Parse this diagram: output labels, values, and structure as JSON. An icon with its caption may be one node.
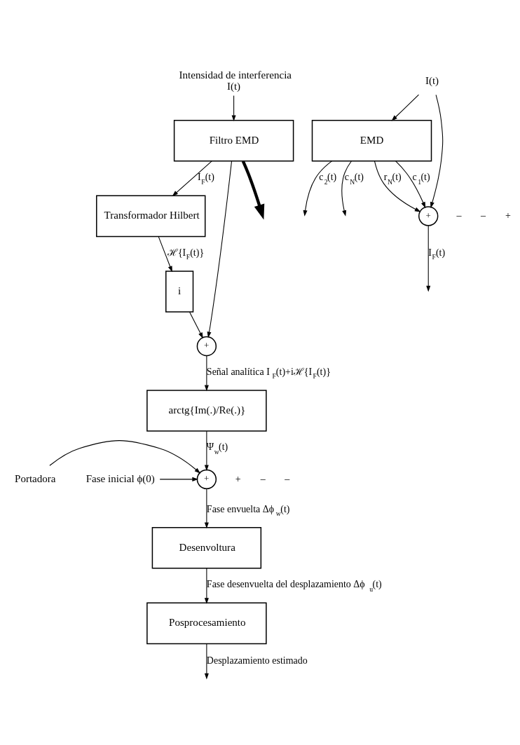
{
  "diagram": {
    "nodes": [
      {
        "text": [
          "Intensidad de interferencia",
          "I(t)"
        ]
      },
      {
        "text": [
          "Filtro EMD"
        ]
      },
      {
        "text": [
          "Transformador Hilbert"
        ]
      },
      {
        "text": [
          "i"
        ]
      },
      {
        "text": [
          "+"
        ]
      },
      {
        "text": [
          "arctg{Im(.)/Re(.)}"
        ]
      },
      {
        "text": [
          "+"
        ]
      },
      {
        "text": [
          "Portadora"
        ]
      },
      {
        "text": [
          "Fase inicial ϕ(0)"
        ]
      },
      {
        "text": [
          "Desenvoltura"
        ]
      },
      {
        "text": [
          "Posprocesamiento"
        ]
      },
      {
        "text": [
          "I(t)"
        ]
      },
      {
        "text": [
          "EMD"
        ]
      },
      {
        "text": [
          "+"
        ]
      }
    ],
    "edges": [
      {
        "from": 0,
        "to": 1,
        "arrow": "to"
      },
      {
        "from": 1,
        "to": 2,
        "arrow": "to",
        "label": "I$_{F}$(t)"
      },
      {
        "from": 1,
        "to": 4,
        "arrow": "to"
      },
      {
        "from": 2,
        "to": 3,
        "arrow": "to",
        "label": "ℋ{I$_{F}$(t)}"
      },
      {
        "from": 3,
        "to": 4,
        "arrow": "to"
      },
      {
        "from": 4,
        "to": 5,
        "arrow": "to",
        "label": "Señal analítica I$_{F}$(t)+iℋ{I$_{F}$(t)}"
      },
      {
        "from": 5,
        "to": 6,
        "arrow": "to",
        "label": "Ψ$_{w}$(t)"
      },
      {
        "from": 7,
        "to": 6,
        "arrow": "to"
      },
      {
        "from": 8,
        "to": 6,
        "arrow": "to"
      },
      {
        "from": 6,
        "to": 9,
        "arrow": "to",
        "label": "Fase envuelta Δϕ$_{w}$(t)"
      },
      {
        "from": 9,
        "to": 10,
        "arrow": "to",
        "label": "Fase desenvuelta del desplazamiento Δϕ$_{u}$(t)"
      },
      {
        "from": 10,
        "to": null,
        "arrow": "to",
        "label": "Desplazamiento estimado"
      },
      {
        "from": 1,
        "to": null,
        "arrow": "to",
        "style": "thick"
      },
      {
        "from": 11,
        "to": 12,
        "arrow": "to"
      },
      {
        "from": 11,
        "to": 13,
        "arrow": "to"
      },
      {
        "from": 12,
        "to": 13,
        "arrow": "to",
        "label": "c$_{1}$(t)"
      },
      {
        "from": 12,
        "to": null,
        "arrow": "to",
        "label": "c$_{2}$(t)"
      },
      {
        "from": 12,
        "to": null,
        "arrow": "to",
        "label": "c$_{N}$(t)"
      },
      {
        "from": 12,
        "to": 13,
        "arrow": "to",
        "label": "r$_{N}$(t)"
      },
      {
        "from": 13,
        "to": null,
        "arrow": "to",
        "label": "I$_{F}$(t)"
      }
    ],
    "labels": [
      "–",
      "–",
      "+",
      "+",
      "–",
      "–"
    ]
  }
}
